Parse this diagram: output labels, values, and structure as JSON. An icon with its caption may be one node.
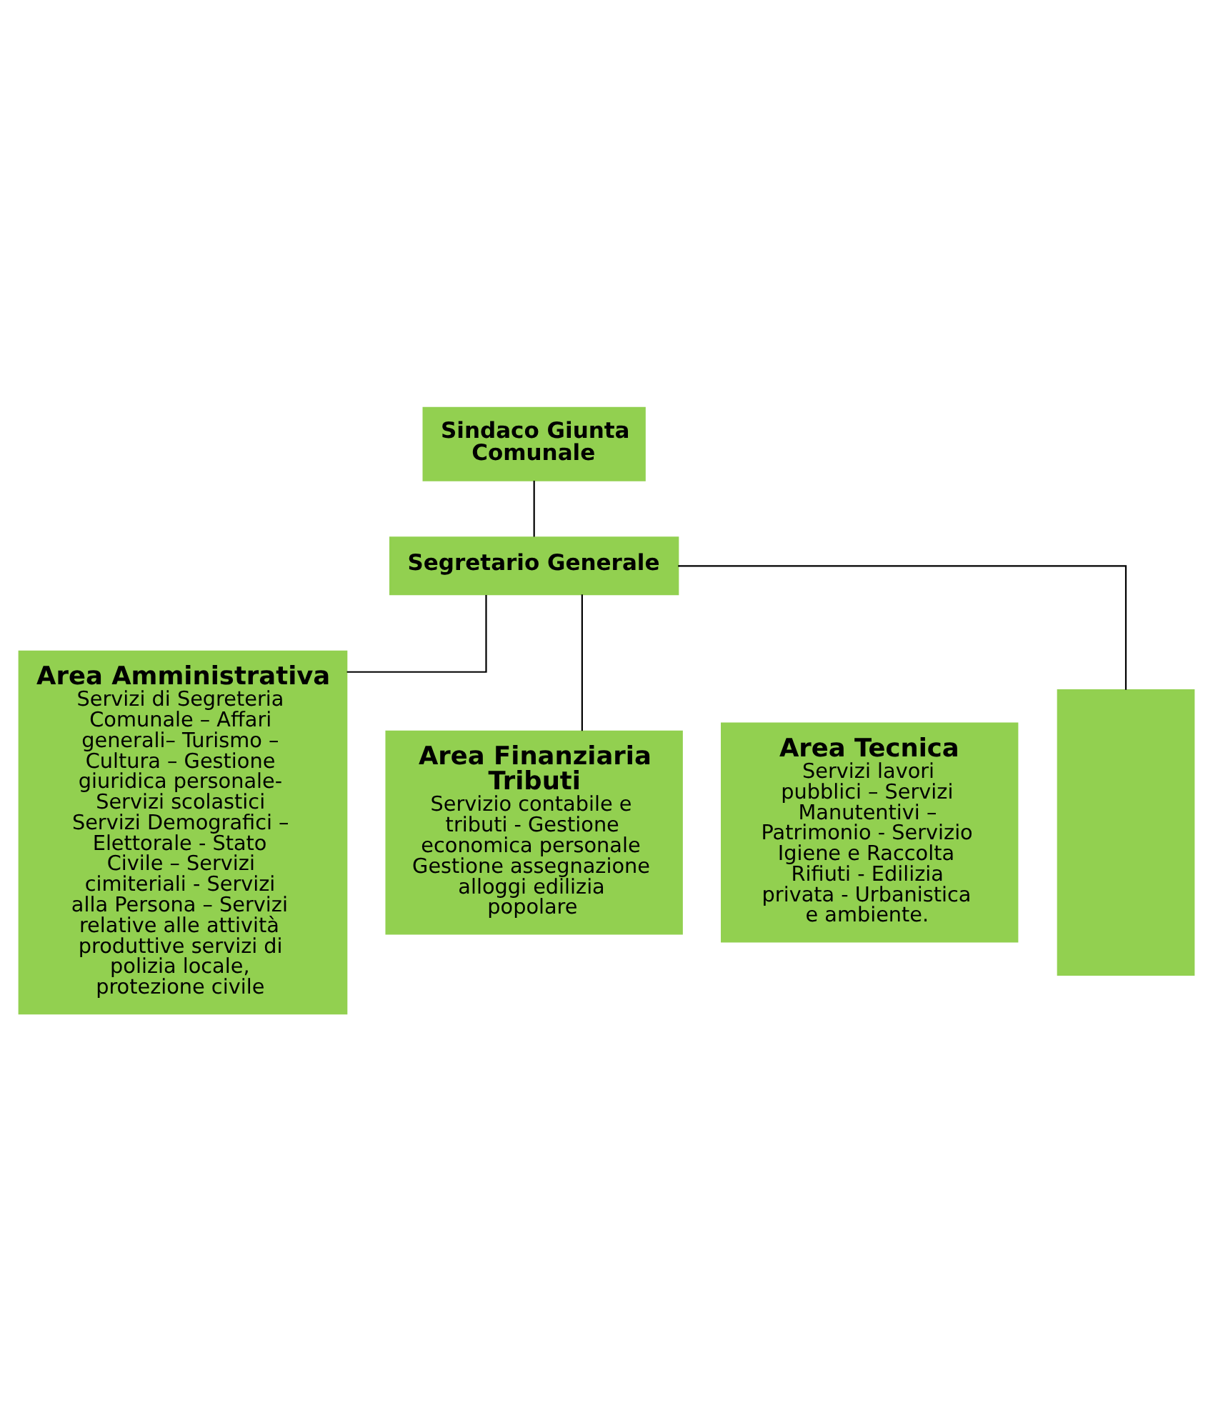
{
  "diagram": {
    "nodes": [
      {
        "text": [
          "Sindaco Giunta Comunale"
        ]
      },
      {
        "text": [
          "Segretario Generale"
        ]
      },
      {
        "text": [
          "Area Amministrativa",
          "Servizi di Segreteria Comunale – Affari generali– Turismo – Cultura – Gestione giuridica personale- Servizi scolastici Servizi Demografici – Elettorale - Stato Civile – Servizi cimiteriali - Servizi alla Persona – Servizi relative alle attività produttive servizi di polizia locale, protezione civile"
        ]
      },
      {
        "text": [
          "Area Finanziaria Tributi",
          "Servizio contabile e tributi - Gestione economica personale Gestione assegnazione alloggi edilizia popolare"
        ]
      },
      {
        "text": [
          "Area Tecnica",
          "Servizi lavori pubblici – Servizi Manutentivi – Patrimonio - Servizio Igiene e Raccolta Rifiuti - Edilizia privata - Urbanistica e ambiente."
        ]
      },
      {
        "text": [],
        "shape": "box"
      }
    ],
    "edges": [
      {
        "from": 0,
        "to": 1,
        "arrow": "none"
      },
      {
        "from": 1,
        "to": 2,
        "arrow": "none"
      },
      {
        "from": 1,
        "to": 3,
        "arrow": "none"
      },
      {
        "from": 1,
        "to": 5,
        "arrow": "none"
      }
    ]
  }
}
